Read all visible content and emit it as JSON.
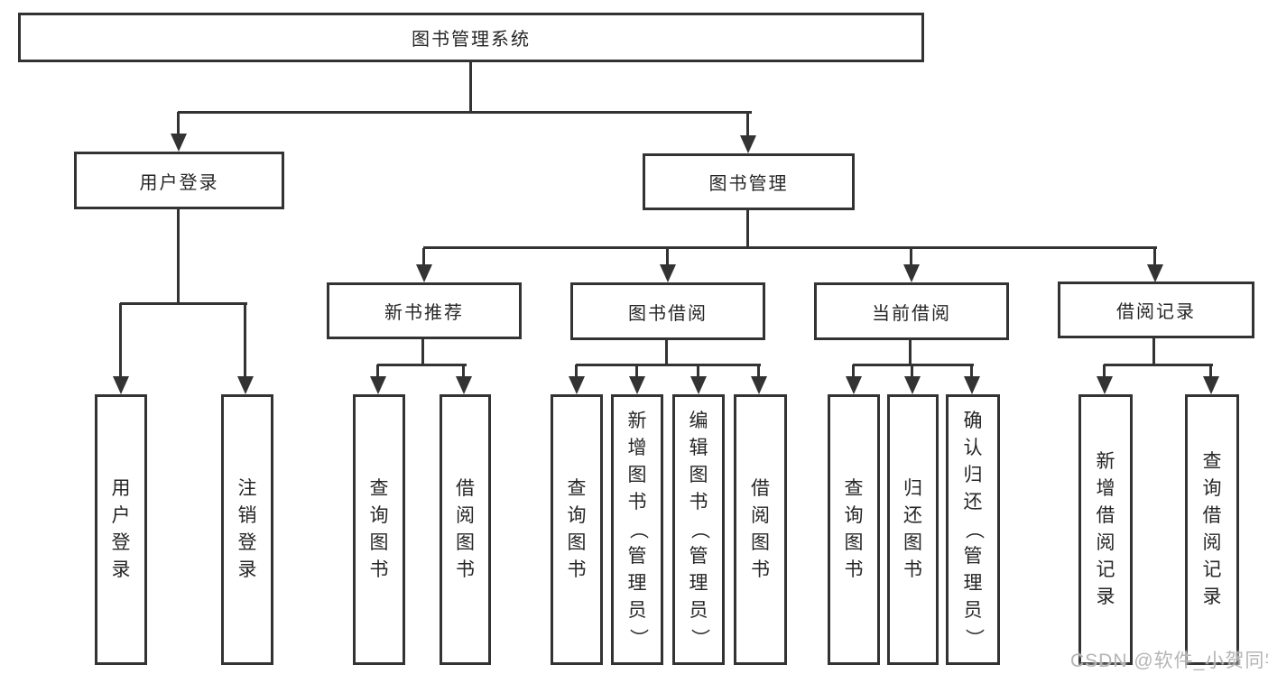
{
  "colors": {
    "line": "#333333",
    "text": "#262626",
    "watermark": "#b5b5b5",
    "background": "#ffffff"
  },
  "nodes": {
    "root": {
      "label": "图书管理系统"
    },
    "user_login": {
      "label": "用户登录"
    },
    "book_management": {
      "label": "图书管理"
    },
    "new_book_recommend": {
      "label": "新书推荐"
    },
    "book_borrow": {
      "label": "图书借阅"
    },
    "current_borrow": {
      "label": "当前借阅"
    },
    "borrow_records": {
      "label": "借阅记录"
    },
    "leaf_user_login": {
      "label": "用户登录"
    },
    "leaf_logout": {
      "label": "注销登录"
    },
    "leaf_query_book_rec": {
      "label": "查询图书"
    },
    "leaf_borrow_book_rec": {
      "label": "借阅图书"
    },
    "leaf_query_book_borrow": {
      "label": "查询图书"
    },
    "leaf_add_book_admin": {
      "label": "新增图书（管理员）"
    },
    "leaf_edit_book_admin": {
      "label": "编辑图书（管理员）"
    },
    "leaf_borrow_book_2": {
      "label": "借阅图书"
    },
    "leaf_query_book_current": {
      "label": "查询图书"
    },
    "leaf_return_book": {
      "label": "归还图书"
    },
    "leaf_confirm_return_admin": {
      "label": "确认归还（管理员）"
    },
    "leaf_add_borrow_record": {
      "label": "新增借阅记录"
    },
    "leaf_query_borrow_record": {
      "label": "查询借阅记录"
    }
  },
  "hierarchy": {
    "label": "图书管理系统",
    "children": [
      {
        "label": "用户登录",
        "children": [
          {
            "label": "用户登录"
          },
          {
            "label": "注销登录"
          }
        ]
      },
      {
        "label": "图书管理",
        "children": [
          {
            "label": "新书推荐",
            "children": [
              {
                "label": "查询图书"
              },
              {
                "label": "借阅图书"
              }
            ]
          },
          {
            "label": "图书借阅",
            "children": [
              {
                "label": "查询图书"
              },
              {
                "label": "新增图书（管理员）"
              },
              {
                "label": "编辑图书（管理员）"
              },
              {
                "label": "借阅图书"
              }
            ]
          },
          {
            "label": "当前借阅",
            "children": [
              {
                "label": "查询图书"
              },
              {
                "label": "归还图书"
              },
              {
                "label": "确认归还（管理员）"
              }
            ]
          },
          {
            "label": "借阅记录",
            "children": [
              {
                "label": "新增借阅记录"
              },
              {
                "label": "查询借阅记录"
              }
            ]
          }
        ]
      }
    ]
  },
  "watermark": {
    "text": "CSDN @软件_小贺同学"
  }
}
